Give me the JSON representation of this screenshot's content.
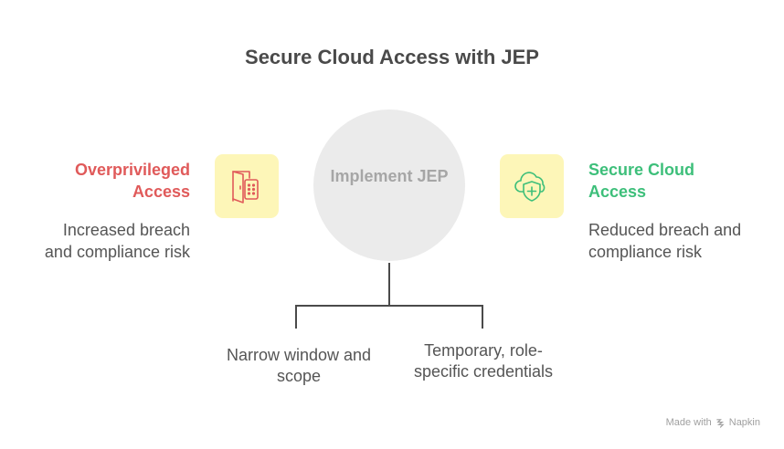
{
  "title": "Secure Cloud Access with JEP",
  "center": {
    "label": "Implement JEP"
  },
  "left": {
    "title": "Overprivileged Access",
    "description": "Increased breach and compliance risk",
    "icon": "door-keypad-icon",
    "color": "#e05a5a"
  },
  "right": {
    "title": "Secure Cloud Access",
    "description": "Reduced breach and compliance risk",
    "icon": "cloud-shield-icon",
    "color": "#3dbf7a"
  },
  "branches": [
    {
      "label": "Narrow window and scope"
    },
    {
      "label": "Temporary, role-specific credentials"
    }
  ],
  "watermark": {
    "prefix": "Made with",
    "brand": "Napkin",
    "icon": "napkin-logo-icon"
  }
}
